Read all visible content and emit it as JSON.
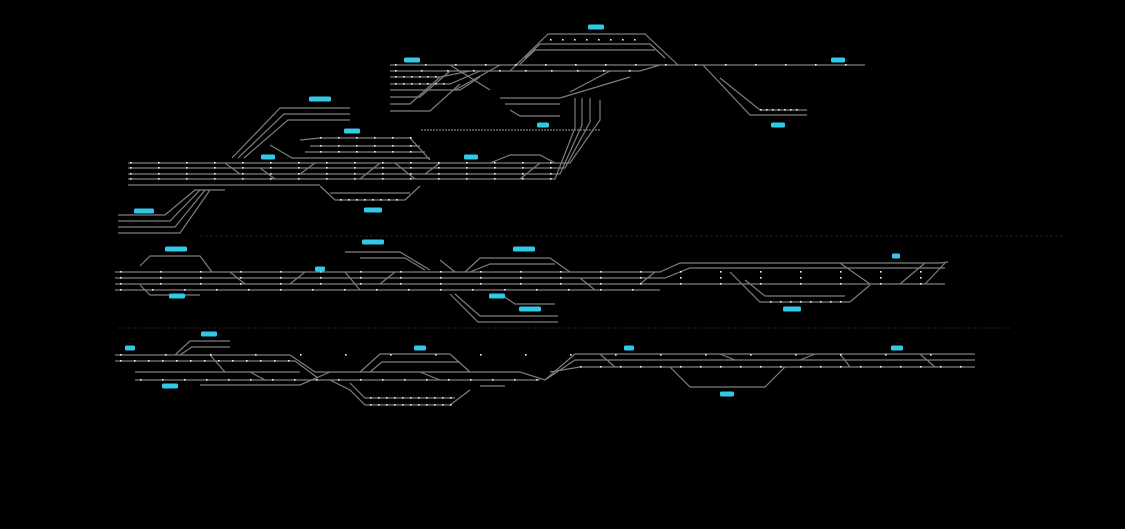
{
  "theme": {
    "background": "#000000",
    "track": "#7d7d7d",
    "label": "#31c9e6",
    "signal": "#f0f0f0"
  },
  "stations": [
    {
      "name": "",
      "icon": "station-label-badge"
    },
    {
      "name": "",
      "icon": "station-label-badge"
    },
    {
      "name": "",
      "icon": "station-label-badge"
    },
    {
      "name": "",
      "icon": "station-label-badge"
    },
    {
      "name": "",
      "icon": "station-label-badge"
    },
    {
      "name": "",
      "icon": "station-label-badge"
    },
    {
      "name": "",
      "icon": "station-label-badge"
    },
    {
      "name": "",
      "icon": "station-label-badge"
    },
    {
      "name": "",
      "icon": "station-label-badge"
    },
    {
      "name": "",
      "icon": "station-label-badge"
    },
    {
      "name": "",
      "icon": "station-label-badge"
    },
    {
      "name": "",
      "icon": "station-label-badge"
    },
    {
      "name": "",
      "icon": "station-label-badge"
    },
    {
      "name": "",
      "icon": "station-label-badge"
    },
    {
      "name": "",
      "icon": "station-label-badge"
    },
    {
      "name": "",
      "icon": "station-label-badge"
    },
    {
      "name": "",
      "icon": "station-label-badge"
    },
    {
      "name": "",
      "icon": "station-label-badge"
    },
    {
      "name": "",
      "icon": "station-label-badge"
    },
    {
      "name": "",
      "icon": "station-label-badge"
    },
    {
      "name": "",
      "icon": "station-label-badge"
    },
    {
      "name": "",
      "icon": "station-label-badge"
    },
    {
      "name": "",
      "icon": "station-label-badge"
    },
    {
      "name": "",
      "icon": "station-label-badge"
    },
    {
      "name": "",
      "icon": "station-label-badge"
    },
    {
      "name": "",
      "icon": "station-label-badge"
    },
    {
      "name": "",
      "icon": "station-label-badge"
    }
  ]
}
